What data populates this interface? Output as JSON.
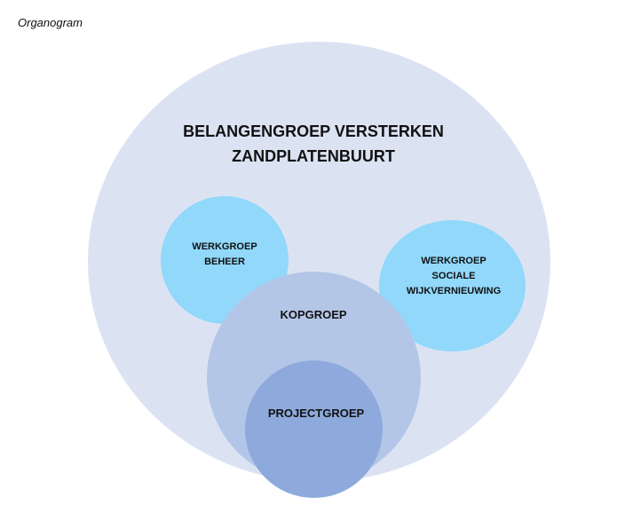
{
  "page": {
    "heading": "Organogram"
  },
  "diagram": {
    "outer_circle": {
      "label": "BELANGENGROEP VERSTERKEN\nZANDPLATENBUURT",
      "color": "#dbe3f3"
    },
    "werkgroep_beheer": {
      "label": "WERKGROEP\nBEHEER",
      "color": "#91d8fb"
    },
    "werkgroep_sociale_wijkvernieuwing": {
      "label": "WERKGROEP\nSOCIALE\nWIJKVERNIEUWING",
      "color": "#91d8fb"
    },
    "kopgroep": {
      "label": "KOPGROEP",
      "color": "#b4c6e7"
    },
    "projectgroep": {
      "label": "PROJECTGROEP",
      "color": "#8eaadc"
    }
  }
}
